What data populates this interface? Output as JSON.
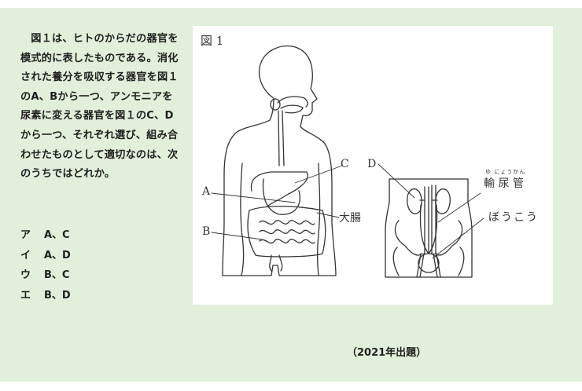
{
  "question": {
    "text": "図１は、ヒトのからだの器官を模式的に表したものである。消化された養分を吸収する器官を図１のA、Bから一つ、アンモニアを尿素に変える器官を図１のC、Dから一つ、それぞれ選び、組み合わせたものとして適切なのは、次のうちではどれか。"
  },
  "choices": [
    {
      "mark": "ア",
      "answer": "A、C"
    },
    {
      "mark": "イ",
      "answer": "A、D"
    },
    {
      "mark": "ウ",
      "answer": "B、C"
    },
    {
      "mark": "エ",
      "answer": "B、D"
    }
  ],
  "figure": {
    "title": "図 1",
    "labels": {
      "a": "A",
      "b": "B",
      "c": "C",
      "d": "D",
      "large_intestine": "大腸",
      "ureter": "輸 尿 管",
      "ureter_ruby": "ゆ にょうかん",
      "bladder": "ぼうこう"
    }
  },
  "source": "（2021年出題）",
  "colors": {
    "panel_bg": "#e2efdb",
    "figure_bg": "#ffffff",
    "text": "#1f1f1f",
    "line": "#333333"
  }
}
